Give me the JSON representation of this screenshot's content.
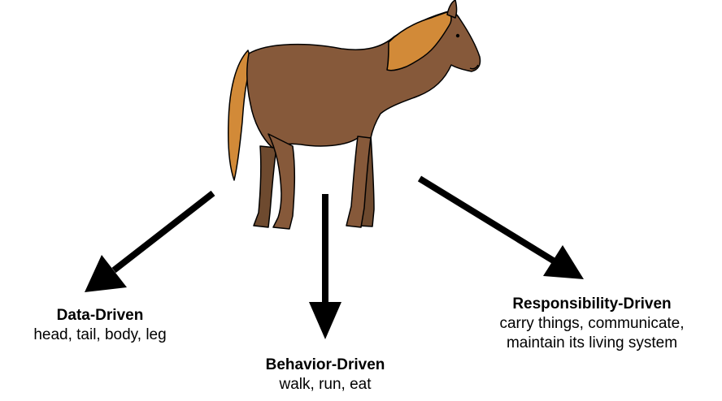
{
  "categories": [
    {
      "title": "Data-Driven",
      "lines": [
        "head, tail, body, leg"
      ]
    },
    {
      "title": "Behavior-Driven",
      "lines": [
        "walk, run, eat"
      ]
    },
    {
      "title": "Responsibility-Driven",
      "lines": [
        "carry things, communicate,",
        "maintain its living system"
      ]
    }
  ],
  "colors": {
    "horse_body": "#86593A",
    "mane_tail": "#D28A38",
    "outline": "#000000",
    "arrow": "#000000"
  }
}
